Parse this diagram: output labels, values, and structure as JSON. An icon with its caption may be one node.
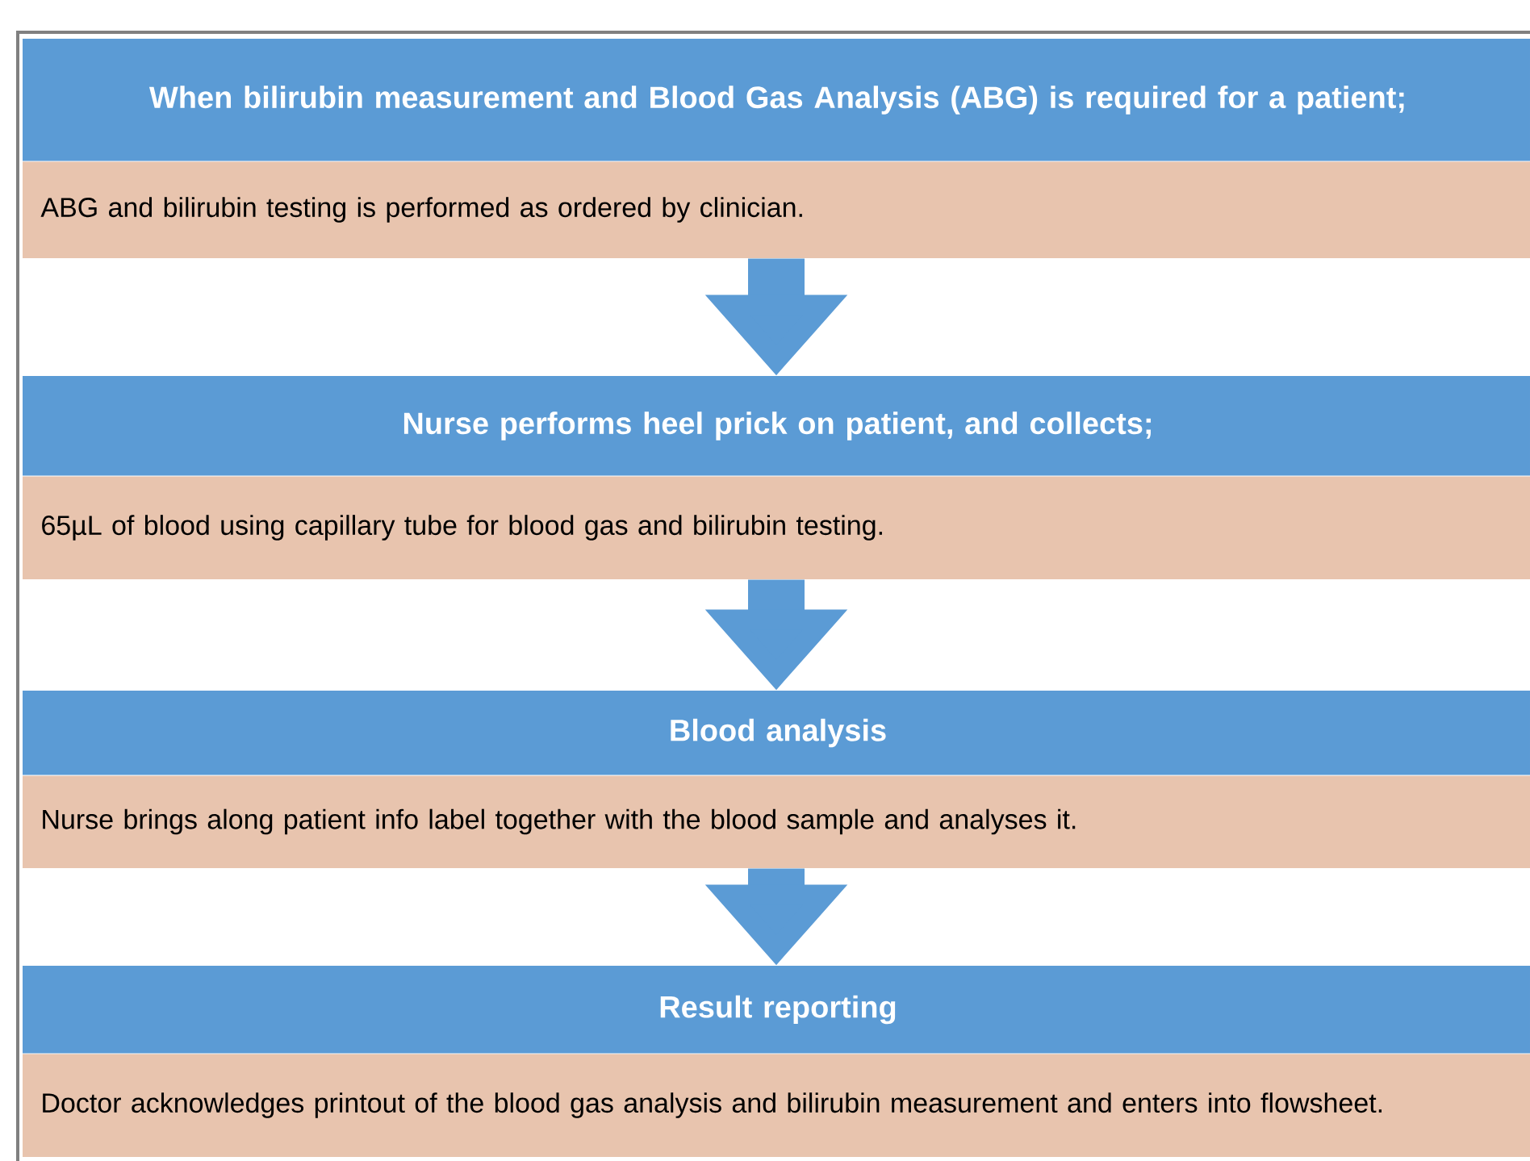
{
  "diagram": {
    "nodes": [
      {
        "text": [
          "When bilirubin measurement and Blood Gas Analysis (ABG) is required for a patient;",
          "ABG and bilirubin testing is performed as ordered by clinician."
        ]
      },
      {
        "text": [
          "Nurse performs heel prick on patient, and collects;",
          "65µL of blood using capillary tube for blood gas and bilirubin testing."
        ]
      },
      {
        "text": [
          "Blood analysis",
          "Nurse brings along patient info label together with the blood sample and analyses it."
        ]
      },
      {
        "text": [
          "Result reporting",
          "Doctor acknowledges printout of the blood gas analysis and bilirubin measurement and enters into flowsheet."
        ]
      }
    ],
    "edges": [
      {
        "from": 0,
        "to": 1,
        "arrow": "to"
      },
      {
        "from": 1,
        "to": 2,
        "arrow": "to"
      },
      {
        "from": 2,
        "to": 3,
        "arrow": "to"
      }
    ]
  }
}
